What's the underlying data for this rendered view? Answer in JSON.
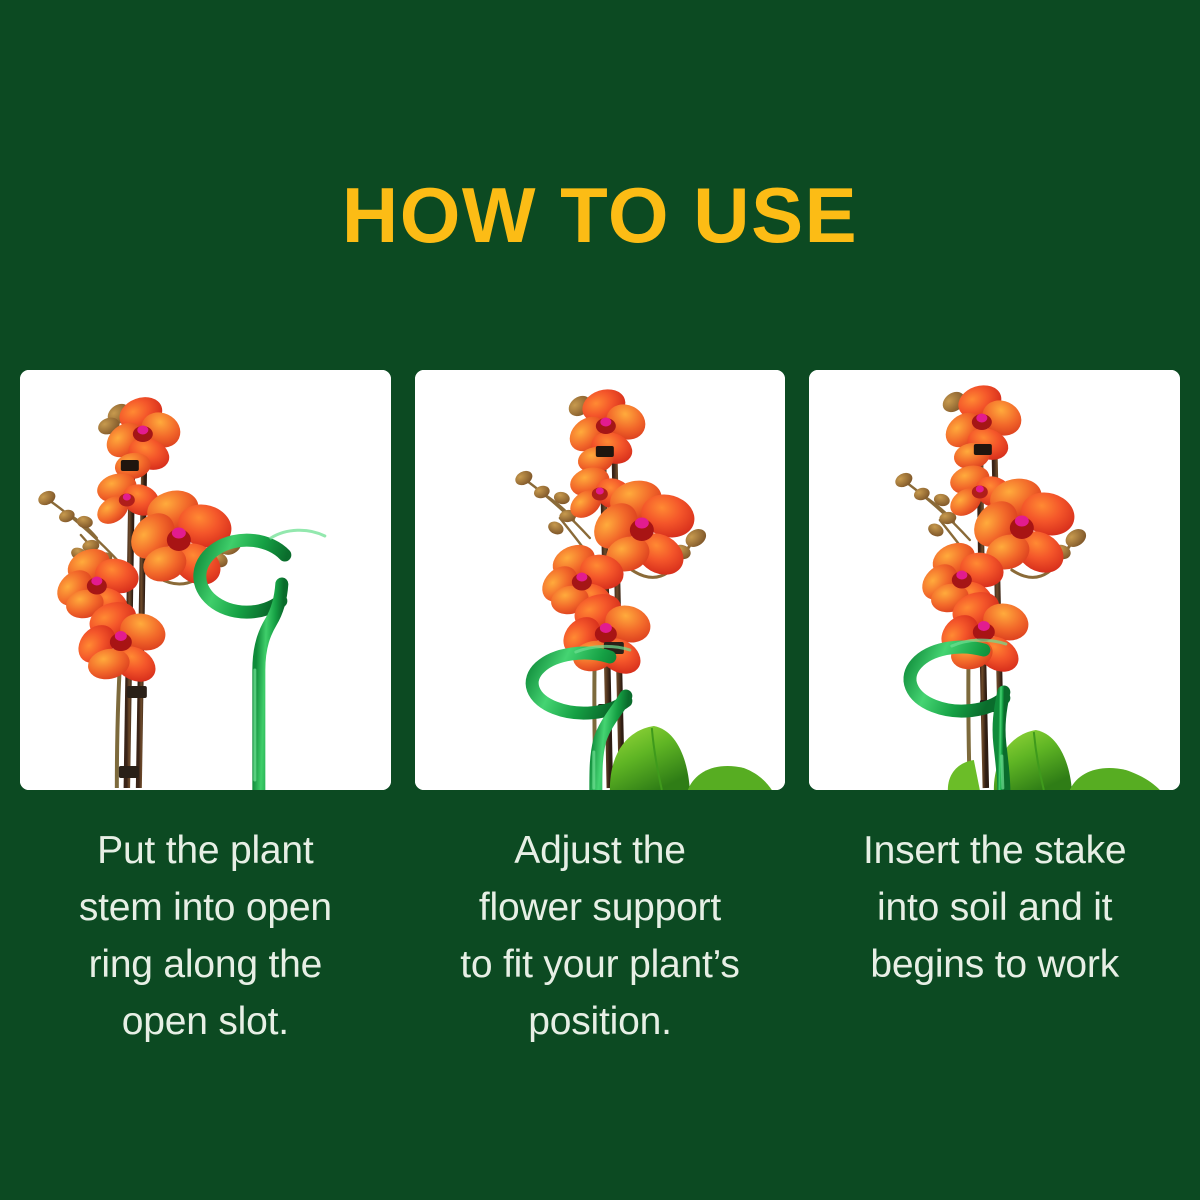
{
  "page": {
    "background_color": "#0c4a22",
    "title": "HOW TO USE",
    "title_color": "#fcbc15",
    "caption_color": "#e7efe5",
    "panel_background": "#ffffff",
    "stake_color": "#19a44a",
    "flower_color": "#f0502a",
    "leaf_color": "#6cc12a"
  },
  "steps": [
    {
      "index": "1",
      "image_alt": "orchid-with-separate-open-ring-stake",
      "caption_lines": [
        "Put the plant",
        "stem into open",
        "ring along the",
        "open slot."
      ]
    },
    {
      "index": "2",
      "image_alt": "orchid-with-stake-ring-around-stem",
      "caption_lines": [
        "Adjust the",
        "flower support",
        "to fit your plant’s",
        "position."
      ]
    },
    {
      "index": "3",
      "image_alt": "orchid-with-stake-inserted-in-soil",
      "caption_lines": [
        "Insert the stake",
        "into soil and it",
        "begins to work"
      ]
    }
  ]
}
